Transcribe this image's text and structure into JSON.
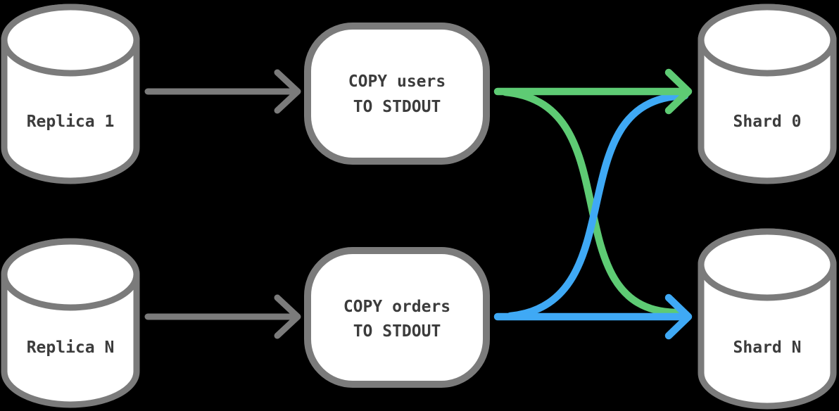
{
  "colors": {
    "background": "#000000",
    "gray": "#7b7b7b",
    "green": "#5ecb74",
    "blue": "#3fa9f5",
    "node_fill": "#ffffff",
    "text": "#3c3c3c"
  },
  "nodes": {
    "replica1": {
      "type": "database",
      "label": "Replica 1"
    },
    "replicaN": {
      "type": "database",
      "label": "Replica N"
    },
    "copyUsers": {
      "type": "process",
      "line1": "COPY users",
      "line2": "TO STDOUT"
    },
    "copyOrders": {
      "type": "process",
      "line1": "COPY orders",
      "line2": "TO STDOUT"
    },
    "shard0": {
      "type": "database",
      "label": "Shard 0"
    },
    "shardN": {
      "type": "database",
      "label": "Shard N"
    }
  },
  "edges": [
    {
      "from": "Replica 1",
      "to": "COPY users TO STDOUT",
      "color": "gray",
      "style": "straight-arrow"
    },
    {
      "from": "Replica N",
      "to": "COPY orders TO STDOUT",
      "color": "gray",
      "style": "straight-arrow"
    },
    {
      "from": "COPY users TO STDOUT",
      "to": "Shard 0",
      "color": "green",
      "style": "straight-arrow"
    },
    {
      "from": "COPY users TO STDOUT",
      "to": "Shard N",
      "color": "green",
      "style": "curved"
    },
    {
      "from": "COPY orders TO STDOUT",
      "to": "Shard N",
      "color": "blue",
      "style": "straight-arrow"
    },
    {
      "from": "COPY orders TO STDOUT",
      "to": "Shard 0",
      "color": "blue",
      "style": "curved"
    }
  ]
}
